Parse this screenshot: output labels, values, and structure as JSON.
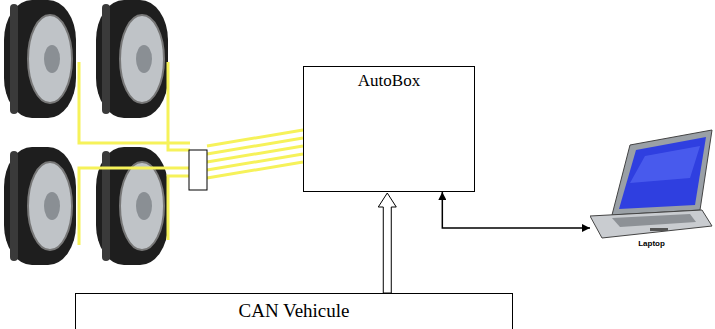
{
  "diagram": {
    "nodes": [
      {
        "text": [
          "AutoBox"
        ]
      },
      {
        "text": [
          "Laptop"
        ]
      },
      {
        "text": [
          "CAN Vehicule"
        ]
      }
    ],
    "edges": [
      {
        "from": 2,
        "to": 0,
        "arrow": "to"
      },
      {
        "from": 0,
        "to": 1,
        "arrow": "both"
      }
    ]
  }
}
